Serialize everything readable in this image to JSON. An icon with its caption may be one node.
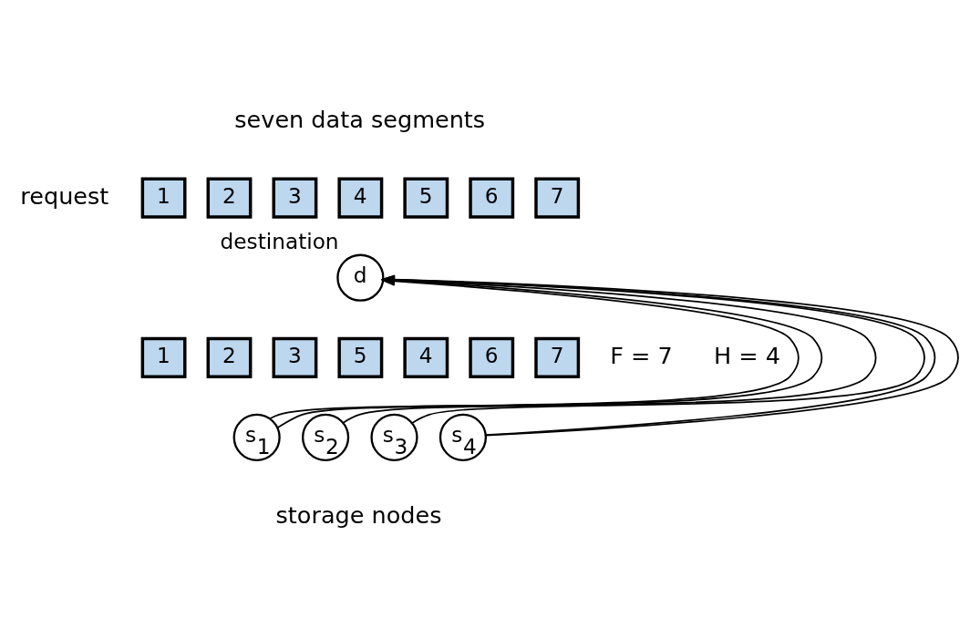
{
  "diagram": {
    "nodes": [
      {
        "text": [
          "1"
        ]
      },
      {
        "text": [
          "2"
        ]
      },
      {
        "text": [
          "3"
        ]
      },
      {
        "text": [
          "4"
        ]
      },
      {
        "text": [
          "5"
        ]
      },
      {
        "text": [
          "6"
        ]
      },
      {
        "text": [
          "7"
        ]
      },
      {
        "text": [
          "d"
        ],
        "beside": [
          "destination"
        ]
      },
      {
        "text": [
          "1"
        ]
      },
      {
        "text": [
          "2"
        ]
      },
      {
        "text": [
          "3"
        ]
      },
      {
        "text": [
          "5"
        ]
      },
      {
        "text": [
          "4"
        ]
      },
      {
        "text": [
          "6"
        ]
      },
      {
        "text": [
          "7"
        ]
      },
      {
        "text": [
          "s$_{1}$"
        ]
      },
      {
        "text": [
          "s$_{2}$"
        ]
      },
      {
        "text": [
          "s$_{3}$"
        ]
      },
      {
        "text": [
          "s$_{4}$"
        ]
      }
    ],
    "edges": [
      {
        "from": 15,
        "to": 7,
        "arrow": "to"
      },
      {
        "from": 15,
        "to": 7,
        "arrow": "to"
      },
      {
        "from": 16,
        "to": 7,
        "arrow": "to"
      },
      {
        "from": 17,
        "to": 7,
        "arrow": "to"
      },
      {
        "from": 18,
        "to": 7,
        "arrow": "to"
      },
      {
        "from": 18,
        "to": 7,
        "arrow": "to"
      }
    ],
    "labels": [
      "seven data segments",
      "request",
      "storage nodes",
      "F = 7",
      "H = 4"
    ]
  }
}
